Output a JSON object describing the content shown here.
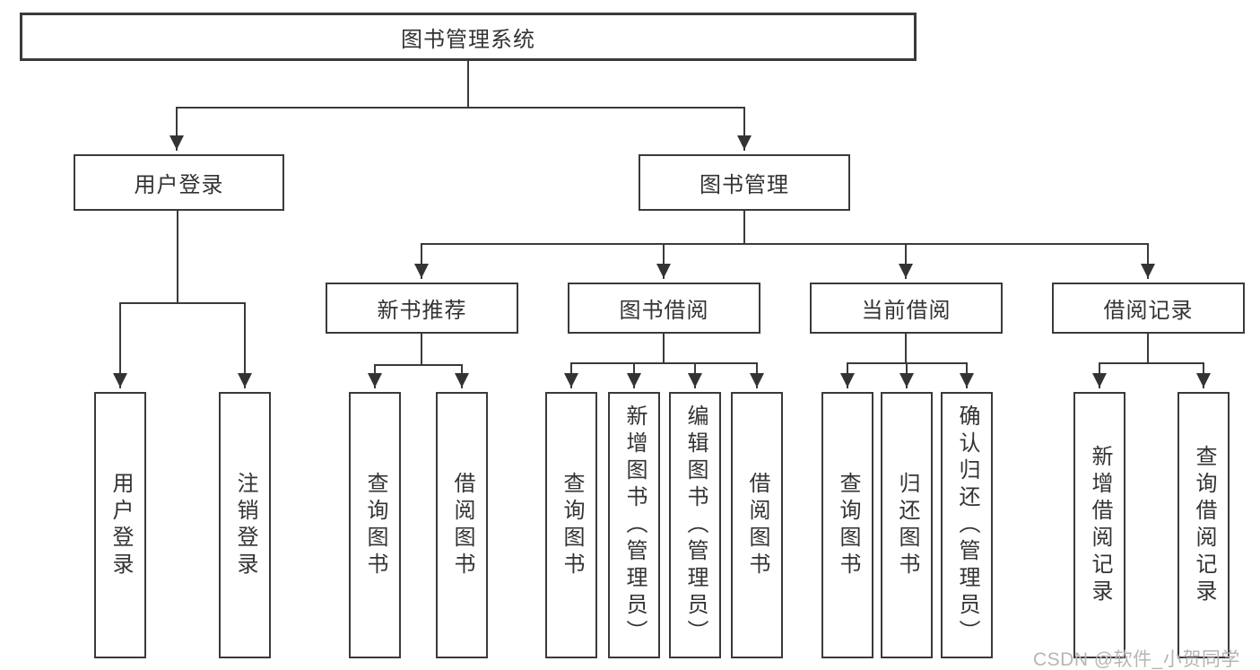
{
  "colors": {
    "line": "#3a3a3a",
    "node_border": "#3a3a3a",
    "node_text": "#333333",
    "background": "#ffffff",
    "watermark_text_color": "#b5b5b5"
  },
  "tree": {
    "root": {
      "label": "图书管理系统"
    },
    "branches": [
      {
        "label": "用户登录",
        "leaves": [
          {
            "label": "用户登录"
          },
          {
            "label": "注销登录"
          }
        ]
      },
      {
        "label": "图书管理",
        "groups": [
          {
            "label": "新书推荐",
            "leaves": [
              {
                "label": "查询图书"
              },
              {
                "label": "借阅图书"
              }
            ]
          },
          {
            "label": "图书借阅",
            "leaves": [
              {
                "label": "查询图书"
              },
              {
                "label": "新增图书（管理员）"
              },
              {
                "label": "编辑图书（管理员）"
              },
              {
                "label": "借阅图书"
              }
            ]
          },
          {
            "label": "当前借阅",
            "leaves": [
              {
                "label": "查询图书"
              },
              {
                "label": "归还图书"
              },
              {
                "label": "确认归还（管理员）"
              }
            ]
          },
          {
            "label": "借阅记录",
            "leaves": [
              {
                "label": "新增借阅记录"
              },
              {
                "label": "查询借阅记录"
              }
            ]
          }
        ]
      }
    ]
  },
  "watermark": {
    "text": "CSDN @软件_小贺同学"
  }
}
